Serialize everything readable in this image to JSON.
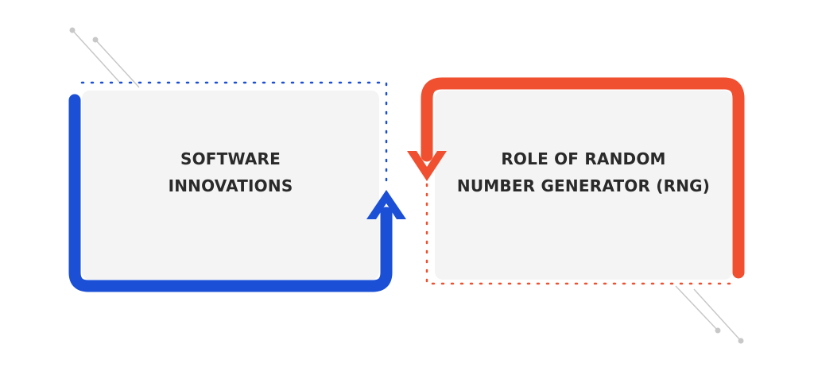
{
  "diagram": {
    "left_box": {
      "line1": "SOFTWARE",
      "line2": "INNOVATIONS",
      "accent": "#1a4fd6"
    },
    "right_box": {
      "line1": "ROLE OF RANDOM",
      "line2": "NUMBER GENERATOR (RNG)",
      "accent": "#f0502f"
    },
    "box_fill": "#f4f4f4",
    "connector_line_color": "#c8c8c8",
    "icons": [
      "arrow-up-icon",
      "arrow-down-icon"
    ]
  }
}
